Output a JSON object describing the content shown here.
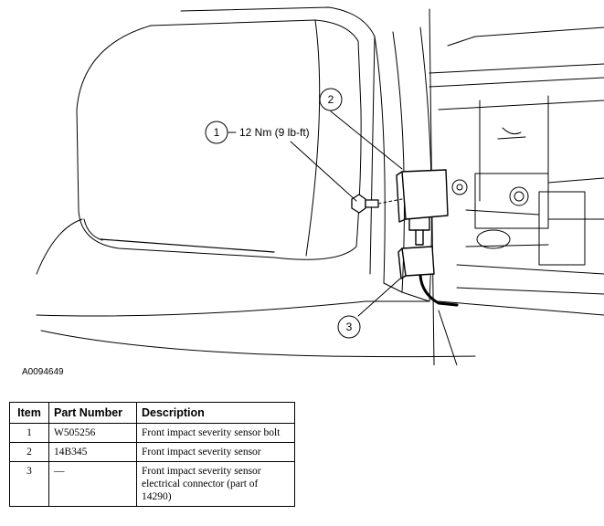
{
  "figure": {
    "id": "A0094649",
    "callouts": [
      {
        "number": "1",
        "label": "12 Nm (9 lb-ft)"
      },
      {
        "number": "2",
        "label": ""
      },
      {
        "number": "3",
        "label": ""
      }
    ]
  },
  "table": {
    "headers": {
      "item": "Item",
      "part_number": "Part Number",
      "description": "Description"
    },
    "rows": [
      {
        "item": "1",
        "part_number": "W505256",
        "description": "Front impact severity sensor bolt"
      },
      {
        "item": "2",
        "part_number": "14B345",
        "description": "Front impact severity sensor"
      },
      {
        "item": "3",
        "part_number": "—",
        "description": "Front impact severity sensor electrical connector (part of 14290)"
      }
    ]
  }
}
